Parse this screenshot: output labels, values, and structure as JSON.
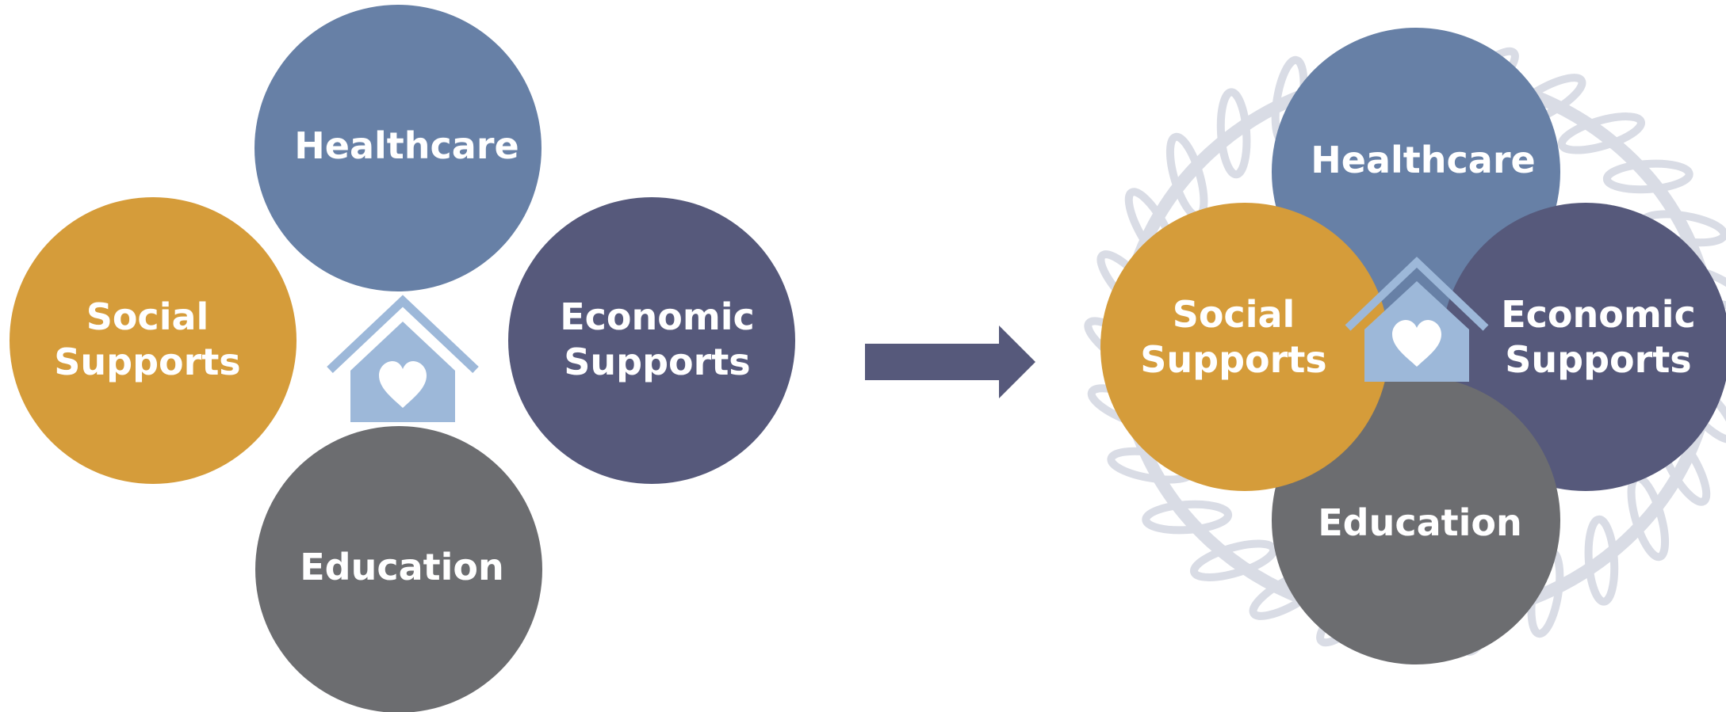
{
  "colors": {
    "healthcare": "#6780a6",
    "social": "#d59c3a",
    "economic": "#56597b",
    "education": "#6c6d70",
    "house": "#9db8d9",
    "arrow": "#56597b",
    "wreath": "#d9dce5",
    "label_text": "#ffffff"
  },
  "before": {
    "healthcare": {
      "label": "Healthcare"
    },
    "social": {
      "line1": "Social",
      "line2": "Supports"
    },
    "economic": {
      "line1": "Economic",
      "line2": "Supports"
    },
    "education": {
      "label": "Education"
    },
    "center_icon": "house-heart-icon"
  },
  "transition_icon": "right-arrow-icon",
  "after": {
    "healthcare": {
      "label": "Healthcare"
    },
    "social": {
      "line1": "Social",
      "line2": "Supports"
    },
    "economic": {
      "line1": "Economic",
      "line2": "Supports"
    },
    "education": {
      "label": "Education"
    },
    "center_icon": "house-heart-icon",
    "background_icon": "laurel-wreath-icon"
  }
}
